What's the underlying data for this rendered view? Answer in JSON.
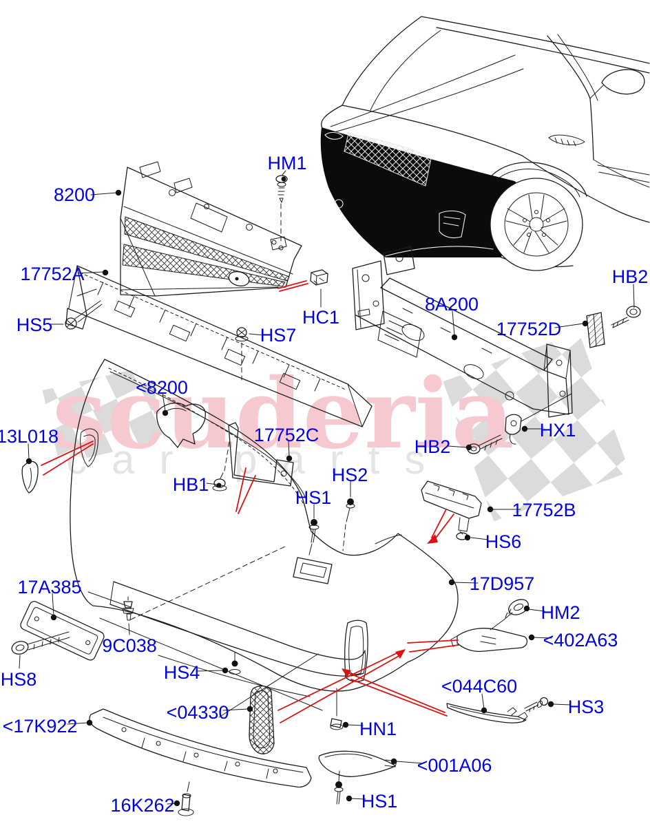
{
  "watermark": {
    "title": "scuderia",
    "subtitle": "car parts"
  },
  "labels": [
    {
      "id": "hm1",
      "text": "HM1"
    },
    {
      "id": "8200",
      "text": "8200"
    },
    {
      "id": "17752a",
      "text": "17752A"
    },
    {
      "id": "hs5",
      "text": "HS5"
    },
    {
      "id": "hs7",
      "text": "HS7"
    },
    {
      "id": "hc1",
      "text": "HC1"
    },
    {
      "id": "8a200",
      "text": "8A200"
    },
    {
      "id": "hb2-top",
      "text": "HB2"
    },
    {
      "id": "17752d",
      "text": "17752D"
    },
    {
      "id": "lt8200",
      "text": "<8200"
    },
    {
      "id": "17752c",
      "text": "17752C"
    },
    {
      "id": "hx1",
      "text": "HX1"
    },
    {
      "id": "hb2-mid",
      "text": "HB2"
    },
    {
      "id": "13l018",
      "text": "13L018"
    },
    {
      "id": "hb1",
      "text": "HB1"
    },
    {
      "id": "hs1-top",
      "text": "HS1"
    },
    {
      "id": "hs2",
      "text": "HS2"
    },
    {
      "id": "17752b",
      "text": "17752B"
    },
    {
      "id": "hs6",
      "text": "HS6"
    },
    {
      "id": "17a385",
      "text": "17A385"
    },
    {
      "id": "17d957",
      "text": "17D957"
    },
    {
      "id": "hm2",
      "text": "HM2"
    },
    {
      "id": "9c038",
      "text": "9C038"
    },
    {
      "id": "lt402a63",
      "text": "<402A63"
    },
    {
      "id": "hs8",
      "text": "HS8"
    },
    {
      "id": "hs4",
      "text": "HS4"
    },
    {
      "id": "lt04330",
      "text": "<04330"
    },
    {
      "id": "lt044c60",
      "text": "<044C60"
    },
    {
      "id": "hs3",
      "text": "HS3"
    },
    {
      "id": "lt17k922",
      "text": "<17K922"
    },
    {
      "id": "hn1",
      "text": "HN1"
    },
    {
      "id": "lt001a06",
      "text": "<001A06"
    },
    {
      "id": "16k262",
      "text": "16K262"
    },
    {
      "id": "hs1-bottom",
      "text": "HS1"
    }
  ],
  "colors": {
    "label_blue": "#0000e8",
    "arrow_red": "#dc1212",
    "line_black": "#1c1c1c",
    "watermark_pink": "#f6c9d1",
    "watermark_gray": "#e4e4e4",
    "checker_gray": "#dbdbdb",
    "highlight_black": "#0b0b0b"
  }
}
